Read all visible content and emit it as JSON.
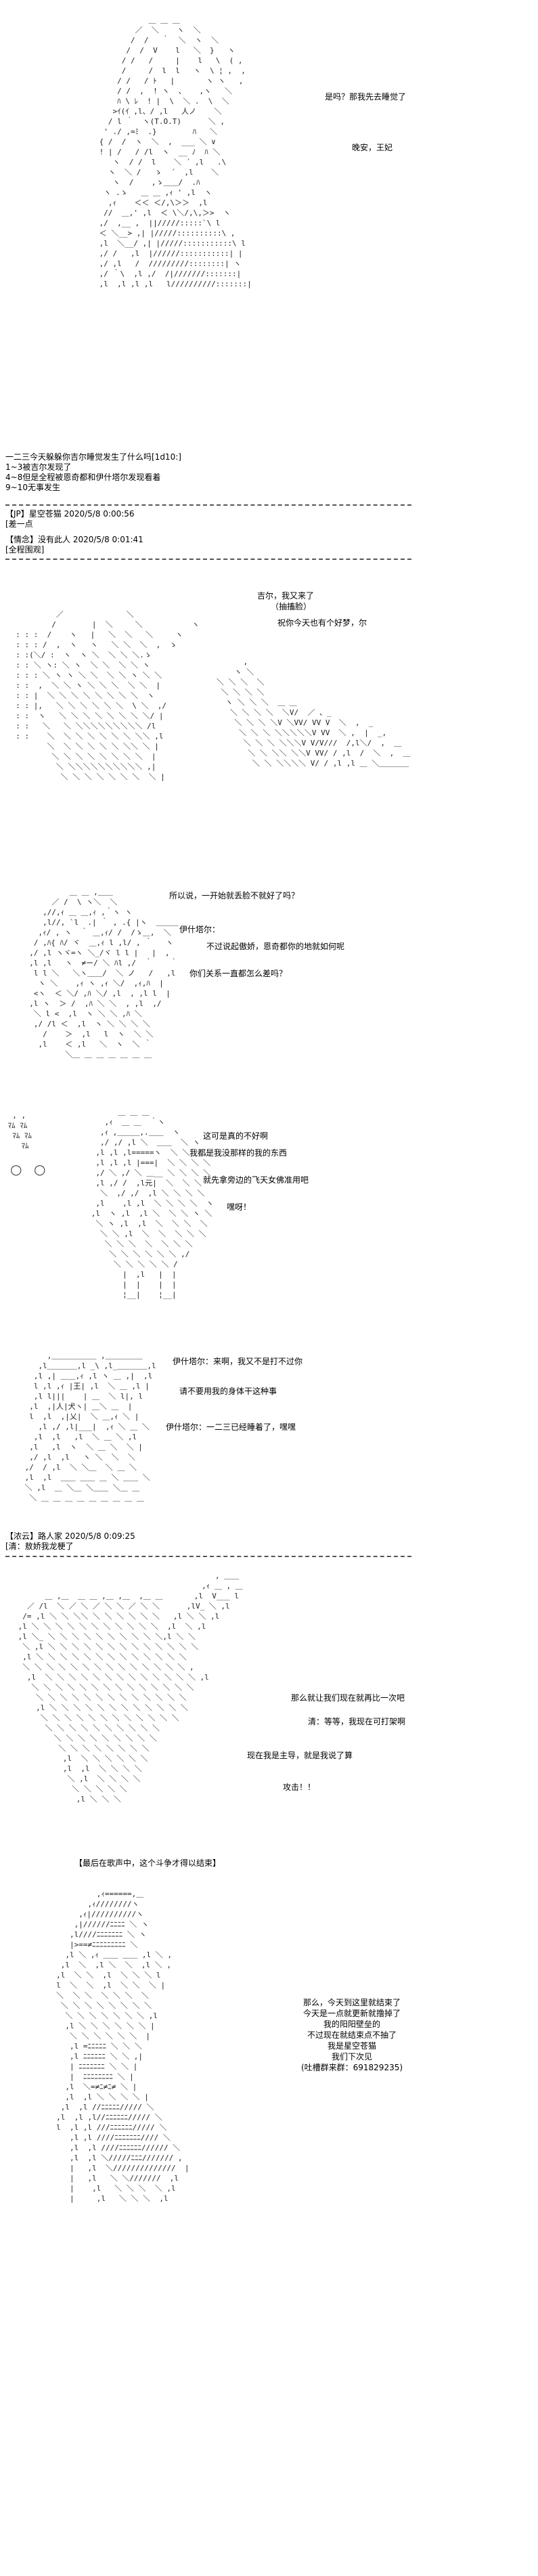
{
  "panel1": {
    "dialogue": [
      "是吗？那我先去睡觉了",
      "晚安，王妃"
    ]
  },
  "intro": {
    "lines": [
      "一二三今天躲躲你吉尔睡觉发生了什么吗[1d10:]",
      "1~3被吉尔发现了",
      "4~8但是全程被恩奇都和伊什塔尔发现看着",
      "9~10无事发生"
    ]
  },
  "comment1": {
    "header": "【JP】星空苍猫 2020/5/8 0:00:56",
    "text": "[差一点"
  },
  "comment2": {
    "header": "【情念】没有此人 2020/5/8 0:01:41",
    "text": "[全程围观]"
  },
  "panel2": {
    "dialogue": [
      "吉尔，我又来了",
      "（抽搐脸）",
      "祝你今天也有个好梦，尔"
    ]
  },
  "panel3": {
    "dialogue": [
      "所以说，一开始就丢脸不就好了吗？",
      "伊什塔尔：",
      "不过说起傲娇，恩奇都你的地就如何呢",
      "你们关系一直都怎么差吗？"
    ]
  },
  "panel4": {
    "dialogue": [
      "这可是真的不好啊",
      "我都是我没那样的我的东西",
      "就先拿旁边的飞天女佛准用吧",
      "嘿呀！"
    ]
  },
  "panel5": {
    "dialogue": [
      "伊什塔尔：来啊，我又不是打不过你",
      "请不要用我的身体干这种事",
      "伊什塔尔：一二三已经睡着了，嘿嘿"
    ]
  },
  "comment3": {
    "header": "【浓云】路人家 2020/5/8 0:09:25",
    "text": "[清：敖娇我龙梗了"
  },
  "panel6": {
    "dialogue": [
      "那么就让我们现在就再比一次吧",
      "清：等等，我现在可打架啊",
      "现在我是主导，就是我说了算",
      "攻击！！"
    ]
  },
  "summary": {
    "text": "【最后在歌声中，这个斗争才得以结束】"
  },
  "panel7": {
    "dialogue": [
      "那么，今天到这里就结束了",
      "今天是一点就更新就撸掉了",
      "我的阳阳壁垒的",
      "不过现在就结束点不抽了",
      "我是星空苍猫",
      "我们下次见",
      "(吐槽群来群：691829235)"
    ]
  }
}
